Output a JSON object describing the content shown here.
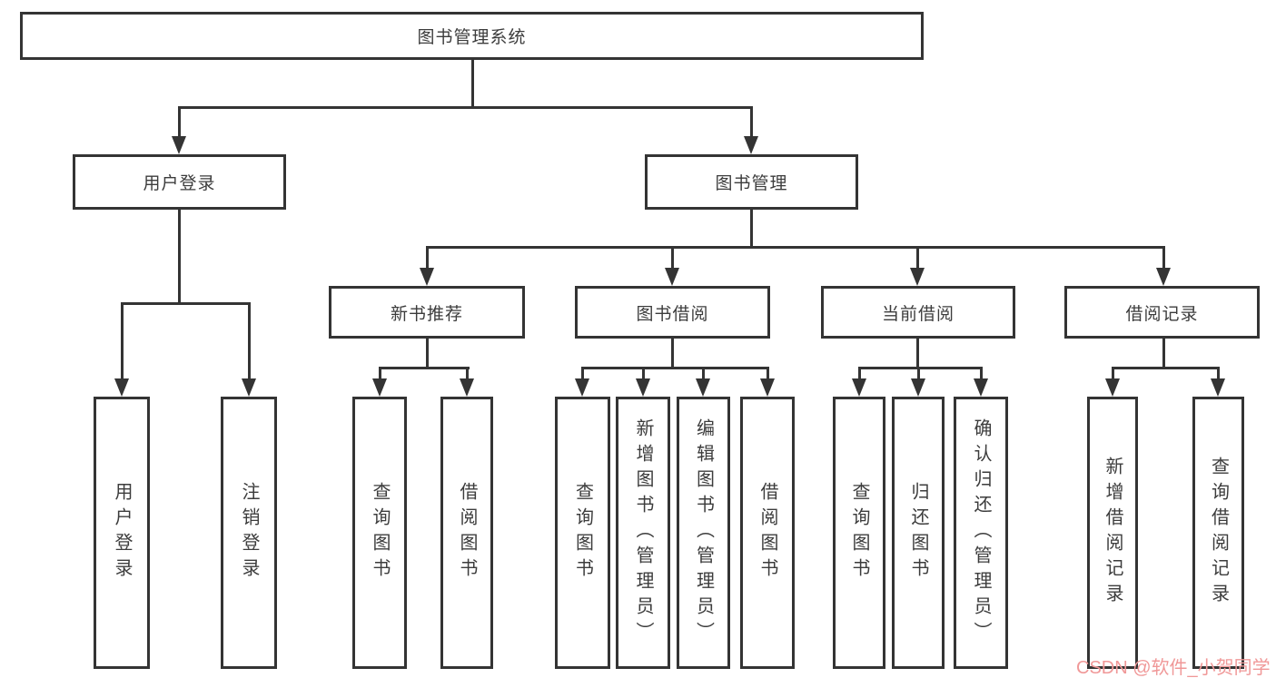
{
  "diagram_title": "图书管理系统",
  "nodes": {
    "root": "图书管理系统",
    "user_login": "用户登录",
    "book_mgmt": "图书管理",
    "new_book_rec": "新书推荐",
    "book_borrow": "图书借阅",
    "current_borrow": "当前借阅",
    "borrow_records": "借阅记录"
  },
  "leaves": {
    "user_login": [
      "用户登录",
      "注销登录"
    ],
    "new_book_rec": [
      "查询图书",
      "借阅图书"
    ],
    "book_borrow": [
      "查询图书",
      "新增图书（管理员）",
      "编辑图书（管理员）",
      "借阅图书"
    ],
    "current_borrow": [
      "查询图书",
      "归还图书",
      "确认归还（管理员）"
    ],
    "borrow_records": [
      "新增借阅记录",
      "查询借阅记录"
    ]
  },
  "watermark": "CSDN @软件_小贺同学",
  "colors": {
    "line": "#343434",
    "box_border": "#343434",
    "text": "#3c3c3c",
    "background": "#ffffff",
    "watermark": "#f09898"
  }
}
